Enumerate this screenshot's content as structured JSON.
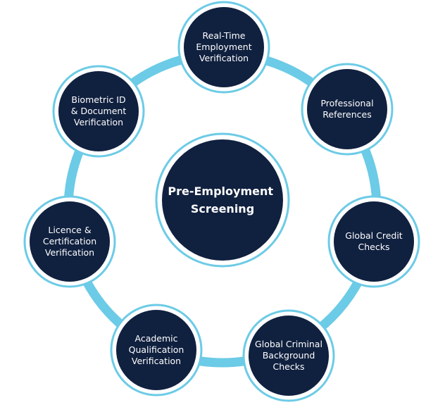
{
  "center": {
    "lines": [
      "Pre-Employment",
      "Screening"
    ]
  },
  "nodes": [
    {
      "id": "real-time-employment-verification",
      "lines": [
        "Real-Time",
        "Employment",
        "Verification"
      ]
    },
    {
      "id": "professional-references",
      "lines": [
        "Professional",
        "References"
      ]
    },
    {
      "id": "global-credit-checks",
      "lines": [
        "Global Credit",
        "Checks"
      ]
    },
    {
      "id": "global-criminal-background-checks",
      "lines": [
        "Global Criminal",
        "Background",
        "Checks"
      ]
    },
    {
      "id": "academic-qualification-verification",
      "lines": [
        "Academic",
        "Qualification",
        "Verification"
      ]
    },
    {
      "id": "licence-certification-verification",
      "lines": [
        "Licence &",
        "Certification",
        "Verification"
      ]
    },
    {
      "id": "biometric-id-document-verification",
      "lines": [
        "Biometric ID",
        "& Document",
        "Verification"
      ]
    }
  ],
  "colors": {
    "ring": "#6ccbe6",
    "node_fill": "#10203f",
    "node_text": "#ffffff",
    "background": "#ffffff"
  }
}
